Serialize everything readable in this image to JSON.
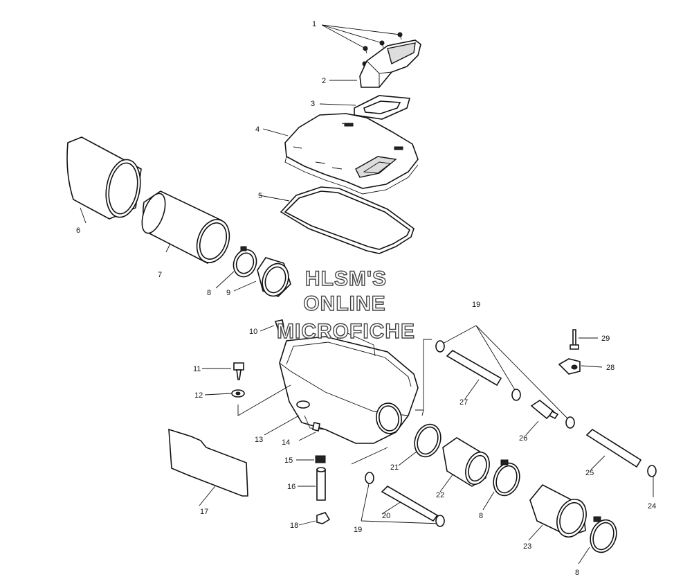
{
  "watermark": {
    "line1": "HLSM'S",
    "line2": "ONLINE",
    "line3": "MICROFICHE"
  },
  "labels": {
    "l1": "1",
    "l2": "2",
    "l3": "3",
    "l4": "4",
    "l5": "5",
    "l6": "6",
    "l7": "7",
    "l8a": "8",
    "l8b": "8",
    "l8c": "8",
    "l9": "9",
    "l10": "10",
    "l11": "11",
    "l12": "12",
    "l13": "13",
    "l14": "14",
    "l15": "15",
    "l16": "16",
    "l17": "17",
    "l18": "18",
    "l19a": "19",
    "l19b": "19",
    "l20": "20",
    "l21": "21",
    "l22": "22",
    "l23": "23",
    "l24": "24",
    "l25": "25",
    "l26": "26",
    "l27": "27",
    "l28": "28",
    "l29": "29"
  }
}
